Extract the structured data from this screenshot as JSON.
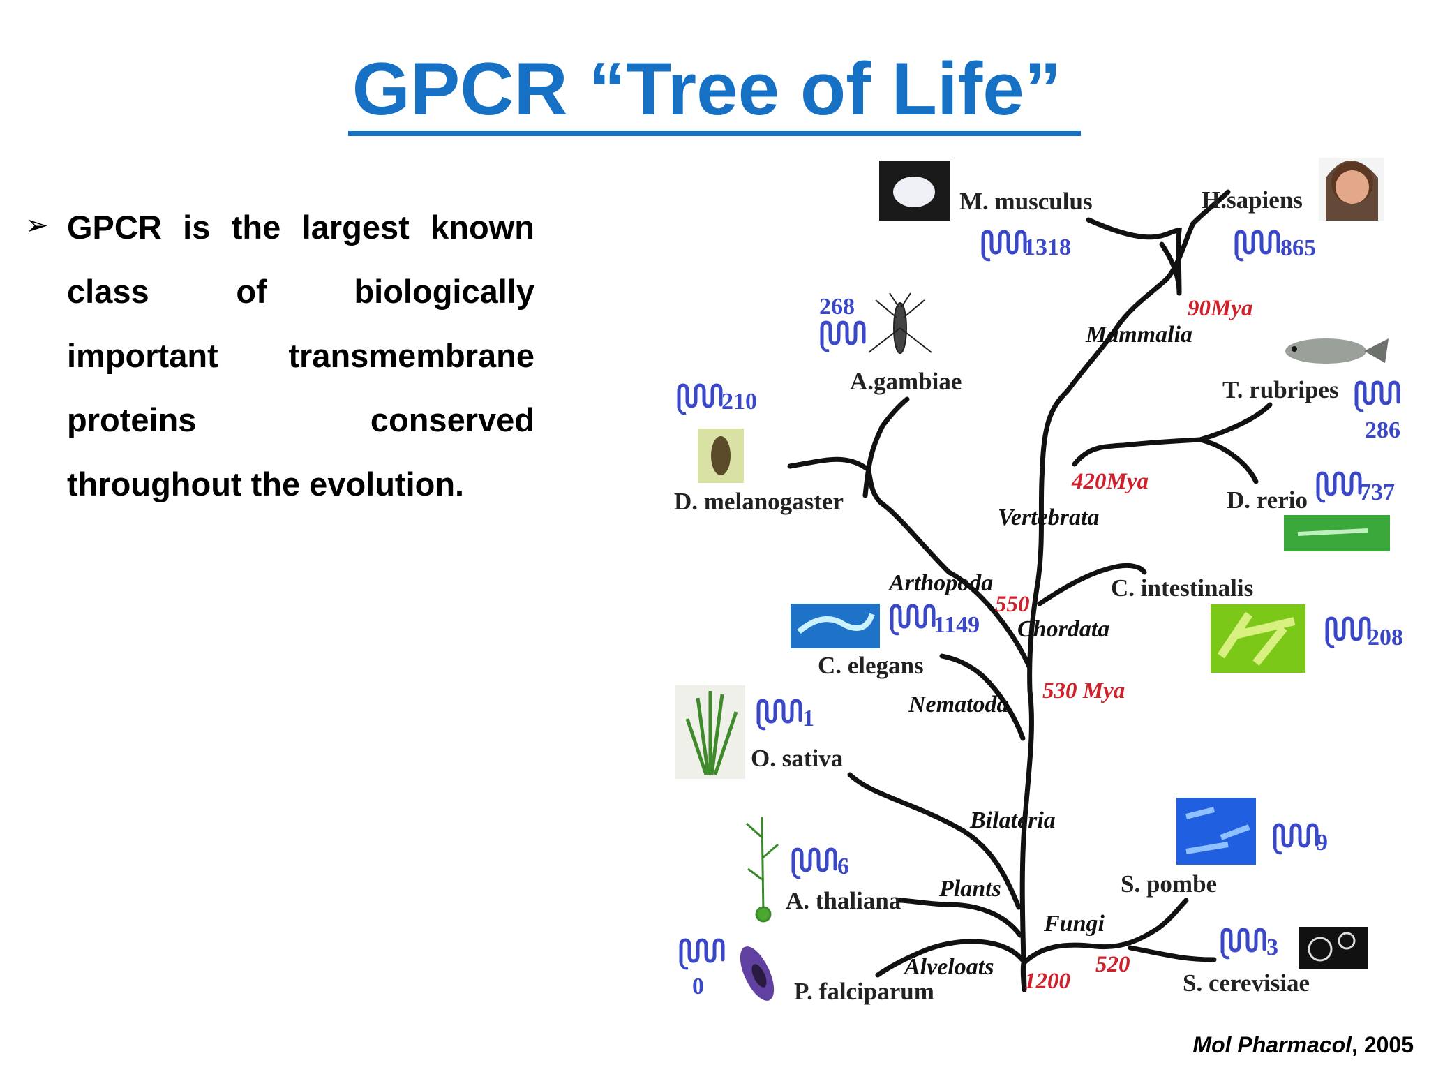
{
  "title": "GPCR “Tree of Life”",
  "bullet": "GPCR is the largest known class of biologically important transmembrane proteins conserved throughout the evolution.",
  "citation": {
    "journal": "Mol Pharmacol",
    "year": ", 2005"
  },
  "species": [
    {
      "id": "m-musculus",
      "name": "M. musculus",
      "count": "1318"
    },
    {
      "id": "h-sapiens",
      "name": "H.sapiens",
      "count": "865"
    },
    {
      "id": "a-gambiae",
      "name": "A.gambiae",
      "count": "268"
    },
    {
      "id": "t-rubripes",
      "name": "T. rubripes",
      "count": "286"
    },
    {
      "id": "d-melanogaster",
      "name": "D. melanogaster",
      "count": "210"
    },
    {
      "id": "d-rerio",
      "name": "D. rerio",
      "count": "737"
    },
    {
      "id": "c-intestinalis",
      "name": "C. intestinalis",
      "count": "208"
    },
    {
      "id": "c-elegans",
      "name": "C. elegans",
      "count": "1149"
    },
    {
      "id": "o-sativa",
      "name": "O. sativa",
      "count": "1"
    },
    {
      "id": "s-pombe",
      "name": "S. pombe",
      "count": "9"
    },
    {
      "id": "a-thaliana",
      "name": "A. thaliana",
      "count": "6"
    },
    {
      "id": "p-falciparum",
      "name": "P. falciparum",
      "count": "0"
    },
    {
      "id": "s-cerevisiae",
      "name": "S. cerevisiae",
      "count": "3"
    }
  ],
  "taxa": {
    "mammalia": "Mammalia",
    "vertebrata": "Vertebrata",
    "arthopoda": "Arthopoda",
    "chordata": "Chordata",
    "nematoda": "Nematoda",
    "bilateria": "Bilateria",
    "plants": "Plants",
    "fungi": "Fungi",
    "alveloats": "Alveloats"
  },
  "divergence_times": {
    "mammalia": "90Mya",
    "vertebrata": "420Mya",
    "arthopoda_chordata": "550",
    "nematoda": "530 Mya",
    "root": "1200",
    "fungi": "520"
  },
  "colors": {
    "title": "#1670c4",
    "counts": "#3a48c8",
    "times": "#d0202a",
    "branches": "#111111"
  }
}
